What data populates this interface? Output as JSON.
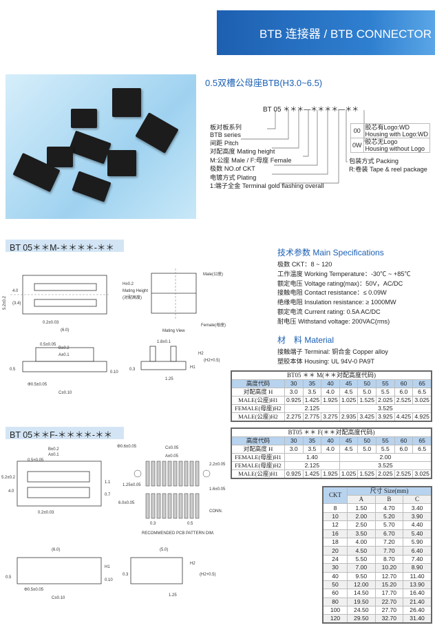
{
  "header": {
    "title": "BTB 连接器 / BTB CONNECTOR"
  },
  "product": {
    "title": "0.5双槽公母座BTB(H3.0~6.5)",
    "code": "BT 05 ＊＊＊—＊＊＊＊—＊＊",
    "code_labels": [
      "板对板系列",
      "BTB series",
      "间距 Pitch",
      "对配高度 Mating height",
      "M:公座 Male / F:母座 Female",
      "极数 NO.of CKT",
      "电镀方式 Plating",
      "1:端子全金 Terminal gold flashing overall"
    ],
    "logo_options": [
      {
        "code": "00",
        "cn": "胶芯有Logo:WD",
        "en": "Housing with Logo:WD"
      },
      {
        "code": "0W",
        "cn": "胶芯无Logo",
        "en": "Housing without Logo"
      }
    ],
    "packing": [
      "包装方式 Packing",
      "R:卷装 Tape & reel package"
    ]
  },
  "sections": {
    "male": "BT 05＊＊M-＊＊＊＊-＊＊",
    "female": "BT 05＊＊F-＊＊＊＊-＊＊"
  },
  "specs": {
    "heading": "技术参数 Main Specifications",
    "items": [
      "极数 CKT：8 ~ 120",
      "工作温度 Working Temperature：-30℃ ~ +85℃",
      "额定电压 Voltage rating(max)：50V，AC/DC",
      "接触电阻 Contact resistance：≤ 0.09W",
      "绝缘电阻 Insulation resistance: ≥ 1000MW",
      "额定电流 Current rating: 0.5A AC/DC",
      "耐电压 Withstand voltage: 200VAC(rms)"
    ]
  },
  "material": {
    "heading": "材　料 Material",
    "items": [
      "接触端子 Terminal: 铜合金 Copper alloy",
      "塑胶本体 Housing: UL 94V-0 PA9T"
    ]
  },
  "table_m": {
    "caption": "BT05 ＊＊ M(＊＊对配高度代码)",
    "header_label": "高度代码",
    "codes": [
      "30",
      "35",
      "40",
      "45",
      "50",
      "55",
      "60",
      "65"
    ],
    "rows": [
      {
        "label": "对配高度 H",
        "values": [
          "3.0",
          "3.5",
          "4.0",
          "4.5",
          "5.0",
          "5.5",
          "6.0",
          "6.5"
        ]
      },
      {
        "label": "MALE(公座)H1",
        "values": [
          "0.925",
          "1.425",
          "1.925",
          "1.025",
          "1.525",
          "2.025",
          "2.525",
          "3.025"
        ]
      },
      {
        "label": "FEMALE(母座)H2",
        "merged": [
          "2.125",
          "3.525"
        ]
      },
      {
        "label": "MALE(公座)H2",
        "values": [
          "2.275",
          "2.775",
          "3.275",
          "2.935",
          "3.425",
          "3.925",
          "4.425",
          "4.925"
        ]
      }
    ]
  },
  "table_f": {
    "caption": "BT05 ＊＊ F(＊＊对配高度代码)",
    "header_label": "高度代码",
    "codes": [
      "30",
      "35",
      "40",
      "45",
      "50",
      "55",
      "60",
      "65"
    ],
    "rows": [
      {
        "label": "对配高度 H",
        "values": [
          "3.0",
          "3.5",
          "4.0",
          "4.5",
          "5.0",
          "5.5",
          "6.0",
          "6.5"
        ]
      },
      {
        "label": "FEMALE(母座)H1",
        "merged": [
          "1.40",
          "2.00"
        ]
      },
      {
        "label": "FEMALE(母座)H2",
        "merged": [
          "2.125",
          "3.525"
        ]
      },
      {
        "label": "MALE(公座)H1",
        "values": [
          "0.925",
          "1.425",
          "1.925",
          "1.025",
          "1.525",
          "2.025",
          "2.525",
          "3.025"
        ]
      }
    ]
  },
  "size_table": {
    "ckt_label": "CKT",
    "size_label": "尺寸 Size(mm)",
    "cols": [
      "A",
      "B",
      "C"
    ],
    "rows": [
      [
        "8",
        "1.50",
        "4.70",
        "3.40"
      ],
      [
        "10",
        "2.00",
        "5.20",
        "3.90"
      ],
      [
        "12",
        "2.50",
        "5.70",
        "4.40"
      ],
      [
        "16",
        "3.50",
        "6.70",
        "5.40"
      ],
      [
        "18",
        "4.00",
        "7.20",
        "5.90"
      ],
      [
        "20",
        "4.50",
        "7.70",
        "6.40"
      ],
      [
        "24",
        "5.50",
        "8.70",
        "7.40"
      ],
      [
        "30",
        "7.00",
        "10.20",
        "8.90"
      ],
      [
        "40",
        "9.50",
        "12.70",
        "11.40"
      ],
      [
        "50",
        "12.00",
        "15.20",
        "13.90"
      ],
      [
        "60",
        "14.50",
        "17.70",
        "16.40"
      ],
      [
        "80",
        "19.50",
        "22.70",
        "21.40"
      ],
      [
        "100",
        "24.50",
        "27.70",
        "26.40"
      ],
      [
        "120",
        "29.50",
        "32.70",
        "31.40"
      ]
    ]
  },
  "drawings": {
    "male_top": [
      "5.2±0.2",
      "4.0",
      "(3.4)",
      "0.2±0.03",
      "(6.0)"
    ],
    "mating": [
      "H±0.2",
      "Mating Height",
      "(对配高度)",
      "Male(公座)",
      "Female(母座)",
      "Mating View"
    ],
    "male_front": [
      "B±0.2",
      "A±0.1",
      "0.5±0.05",
      "0.5",
      "Φ0.5±0.05",
      "C±0.10",
      "0.10"
    ],
    "male_side": [
      "1.8±0.1",
      "0.3",
      "H1",
      "H2",
      "(H2+0.5)",
      "1.25"
    ],
    "female_top": [
      "B±0.2",
      "A±0.1",
      "0.5±0.05",
      "5.2±0.2",
      "4.0",
      "1.1",
      "0.7",
      "0.2±0.03"
    ],
    "pcb": [
      "Φ0.6±0.05",
      "C±0.05",
      "A±0.05",
      "6.0±0.05",
      "1.25±0.05",
      "2.2±0.05",
      "1.6±0.05",
      "CONN.",
      "0.3",
      "0.5",
      "RECOMMENDED PCB PATTERN DIM."
    ],
    "female_front": [
      "(6.0)",
      "H1",
      "0.5",
      "Φ0.5±0.05",
      "C±0.10",
      "0.10"
    ],
    "female_side": [
      "(5.0)",
      "0.3",
      "H2",
      "(H2+0.5)",
      "1.25"
    ]
  }
}
